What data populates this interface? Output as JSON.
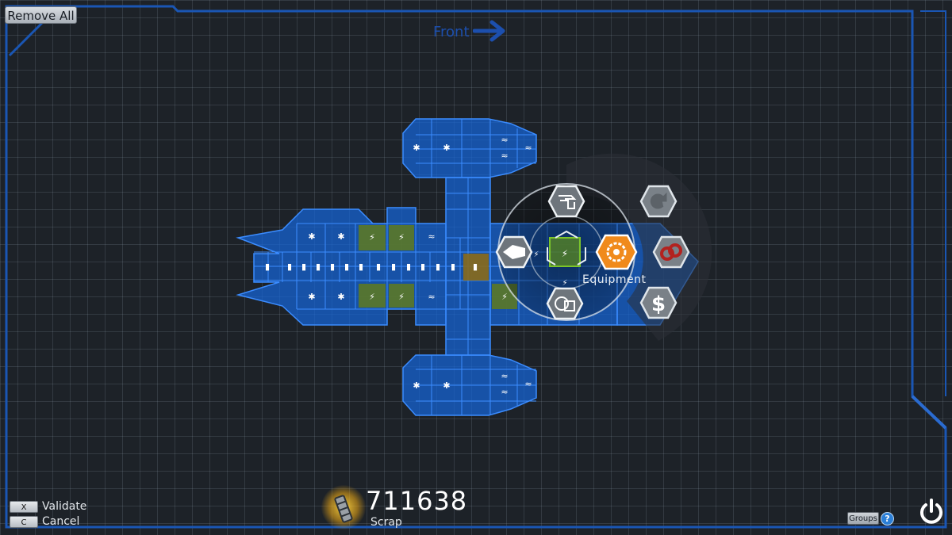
{
  "toolbar": {
    "remove_all_label": "Remove All"
  },
  "editor": {
    "direction_label": "Front",
    "direction_icon": "arrow-right-icon"
  },
  "radial_menu": {
    "active_label": "Equipment",
    "items": [
      {
        "name": "weapons",
        "icon": "weapon-parts-icon"
      },
      {
        "name": "thrusters",
        "icon": "thruster-icon"
      },
      {
        "name": "equipment",
        "icon": "gear-equipment-icon",
        "selected": true
      },
      {
        "name": "cockpit",
        "icon": "cockpit-parts-icon"
      }
    ],
    "side_actions": [
      {
        "name": "undo",
        "icon": "undo-icon"
      },
      {
        "name": "link",
        "icon": "chain-link-icon"
      },
      {
        "name": "sell",
        "icon": "dollar-icon"
      }
    ]
  },
  "controls": {
    "validate": {
      "key": "X",
      "label": "Validate"
    },
    "cancel": {
      "key": "C",
      "label": "Cancel"
    }
  },
  "resources": {
    "scrap_value": "711638",
    "scrap_label": "Scrap",
    "scrap_icon": "scrap-icon"
  },
  "footer": {
    "groups_label": "Groups",
    "help_label": "?",
    "power_icon": "power-icon"
  },
  "colors": {
    "hull_blue": "#1565d8",
    "hull_outline": "#3b8cff",
    "power_cell": "#5f7a1e",
    "selected_cell": "#7cc52a",
    "equipment_orange": "#f08a1c",
    "frame_blue": "#1a56b4"
  }
}
